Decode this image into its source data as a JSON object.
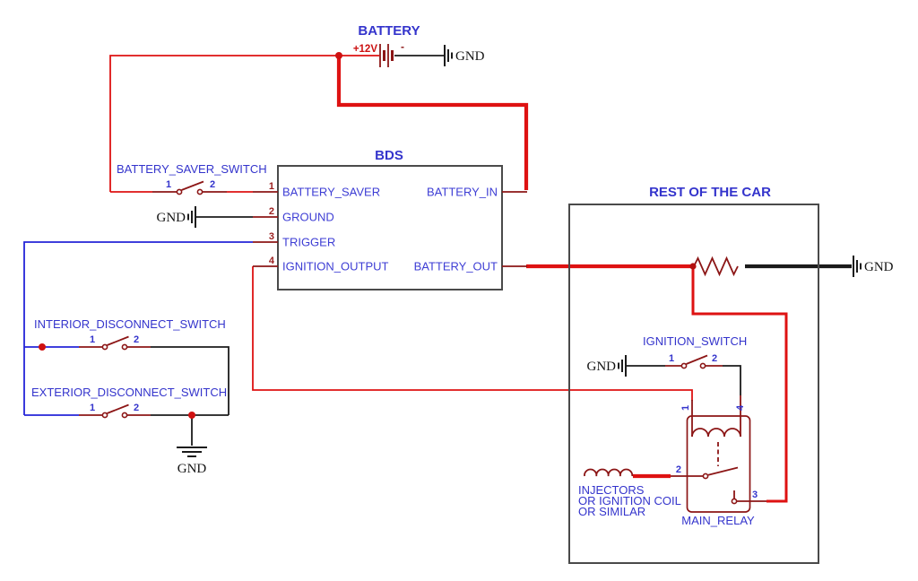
{
  "schematic": {
    "battery": {
      "title": "BATTERY",
      "positive_label": "+12V",
      "negative_label": "-",
      "gnd_label": "GND"
    },
    "bds": {
      "title": "BDS",
      "pin_numbers": [
        "1",
        "2",
        "3",
        "4"
      ],
      "left_pins": [
        "BATTERY_SAVER",
        "GROUND",
        "TRIGGER",
        "IGNITION_OUTPUT"
      ],
      "right_pins": [
        "BATTERY_IN",
        "BATTERY_OUT"
      ],
      "gnd_label": "GND"
    },
    "battery_saver_switch": {
      "label": "BATTERY_SAVER_SWITCH",
      "pin1": "1",
      "pin2": "2"
    },
    "interior_disconnect_switch": {
      "label": "INTERIOR_DISCONNECT_SWITCH",
      "pin1": "1",
      "pin2": "2"
    },
    "exterior_disconnect_switch": {
      "label": "EXTERIOR_DISCONNECT_SWITCH",
      "pin1": "1",
      "pin2": "2",
      "gnd_label": "GND"
    },
    "rest_of_the_car": {
      "title": "REST OF THE CAR",
      "gnd_label": "GND"
    },
    "ignition_switch": {
      "label": "IGNITION_SWITCH",
      "pin1": "1",
      "pin2": "2",
      "gnd_label": "GND"
    },
    "main_relay": {
      "label": "MAIN_RELAY",
      "pin1": "1",
      "pin2": "2",
      "pin3": "3",
      "pin4": "4"
    },
    "load": {
      "line1": "INJECTORS",
      "line2": "OR IGNITION COIL",
      "line3": "OR SIMILAR"
    },
    "colors": {
      "power_wire": "#de1212",
      "signal_wire": "#2424d8",
      "neutral_wire": "#1b1b1b",
      "symbol_body": "#8c1616",
      "label_text": "#3434cc",
      "bds_pin_number": "#9b2020",
      "box_border": "#4a4a4a"
    }
  }
}
